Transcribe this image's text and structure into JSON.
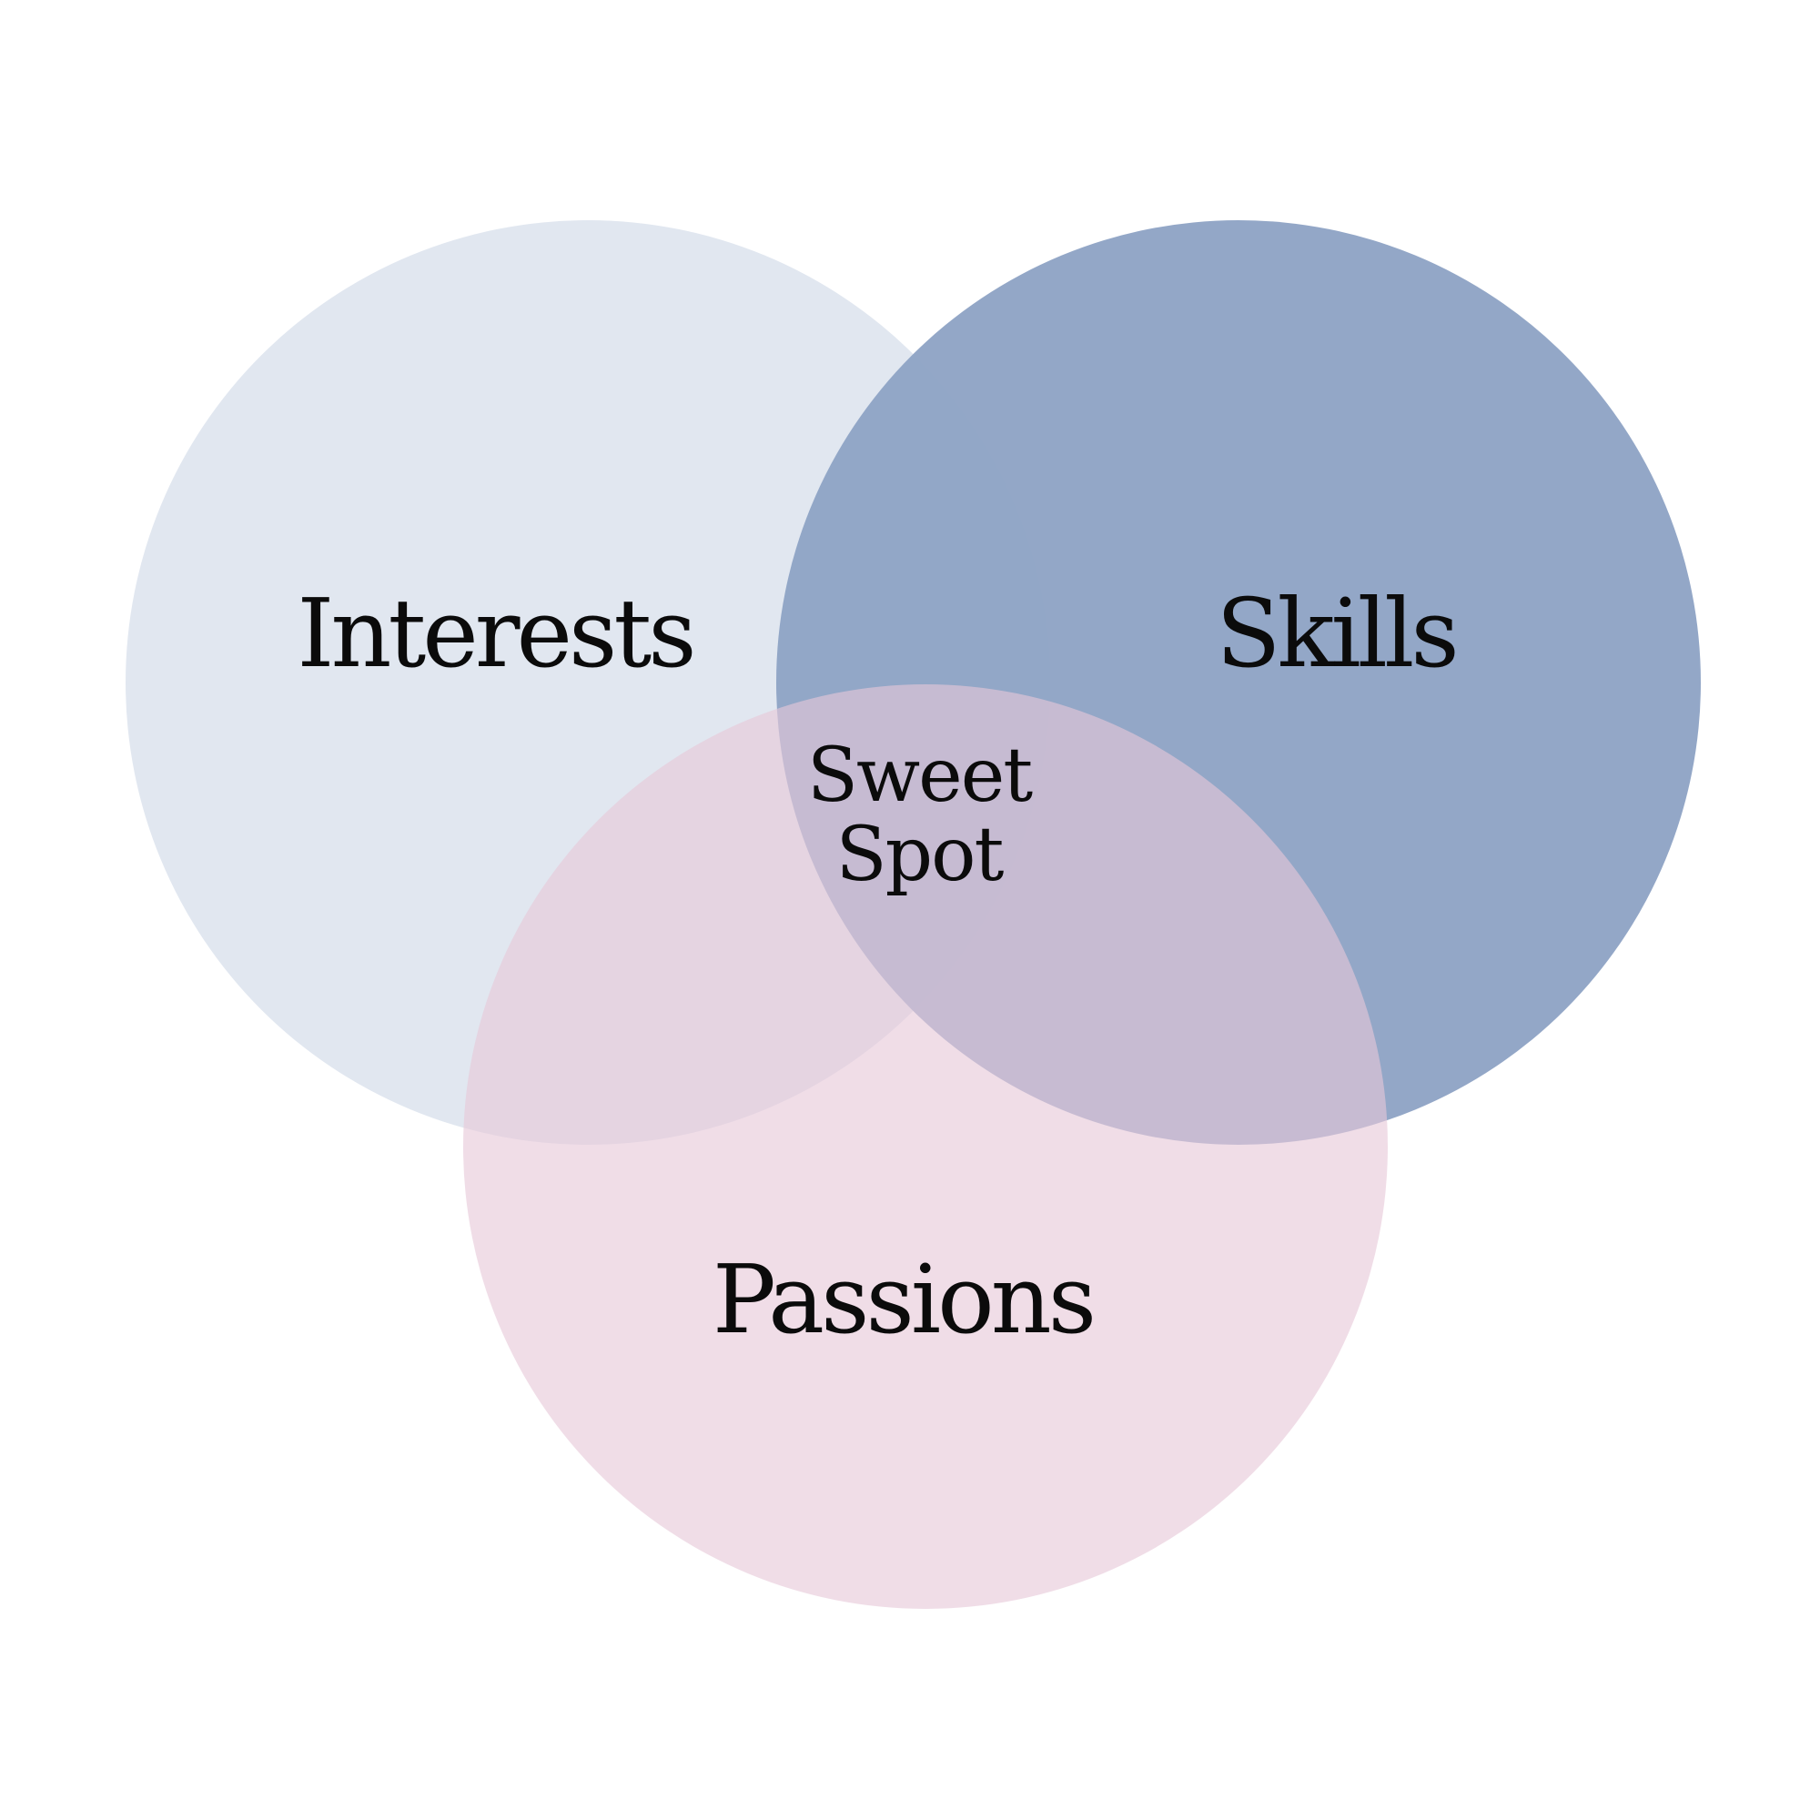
{
  "diagram": {
    "type": "venn",
    "sets": [
      {
        "id": "interests",
        "label": "Interests",
        "color": "#E1E7F0"
      },
      {
        "id": "skills",
        "label": "Skills",
        "color": "#8FA4C5"
      },
      {
        "id": "passions",
        "label": "Passions",
        "color": "#E9CEDD"
      }
    ],
    "intersection": {
      "label_line1": "Sweet",
      "label_line2": "Spot",
      "color": "#B3AEC8"
    },
    "background": "#FFFFFF"
  }
}
